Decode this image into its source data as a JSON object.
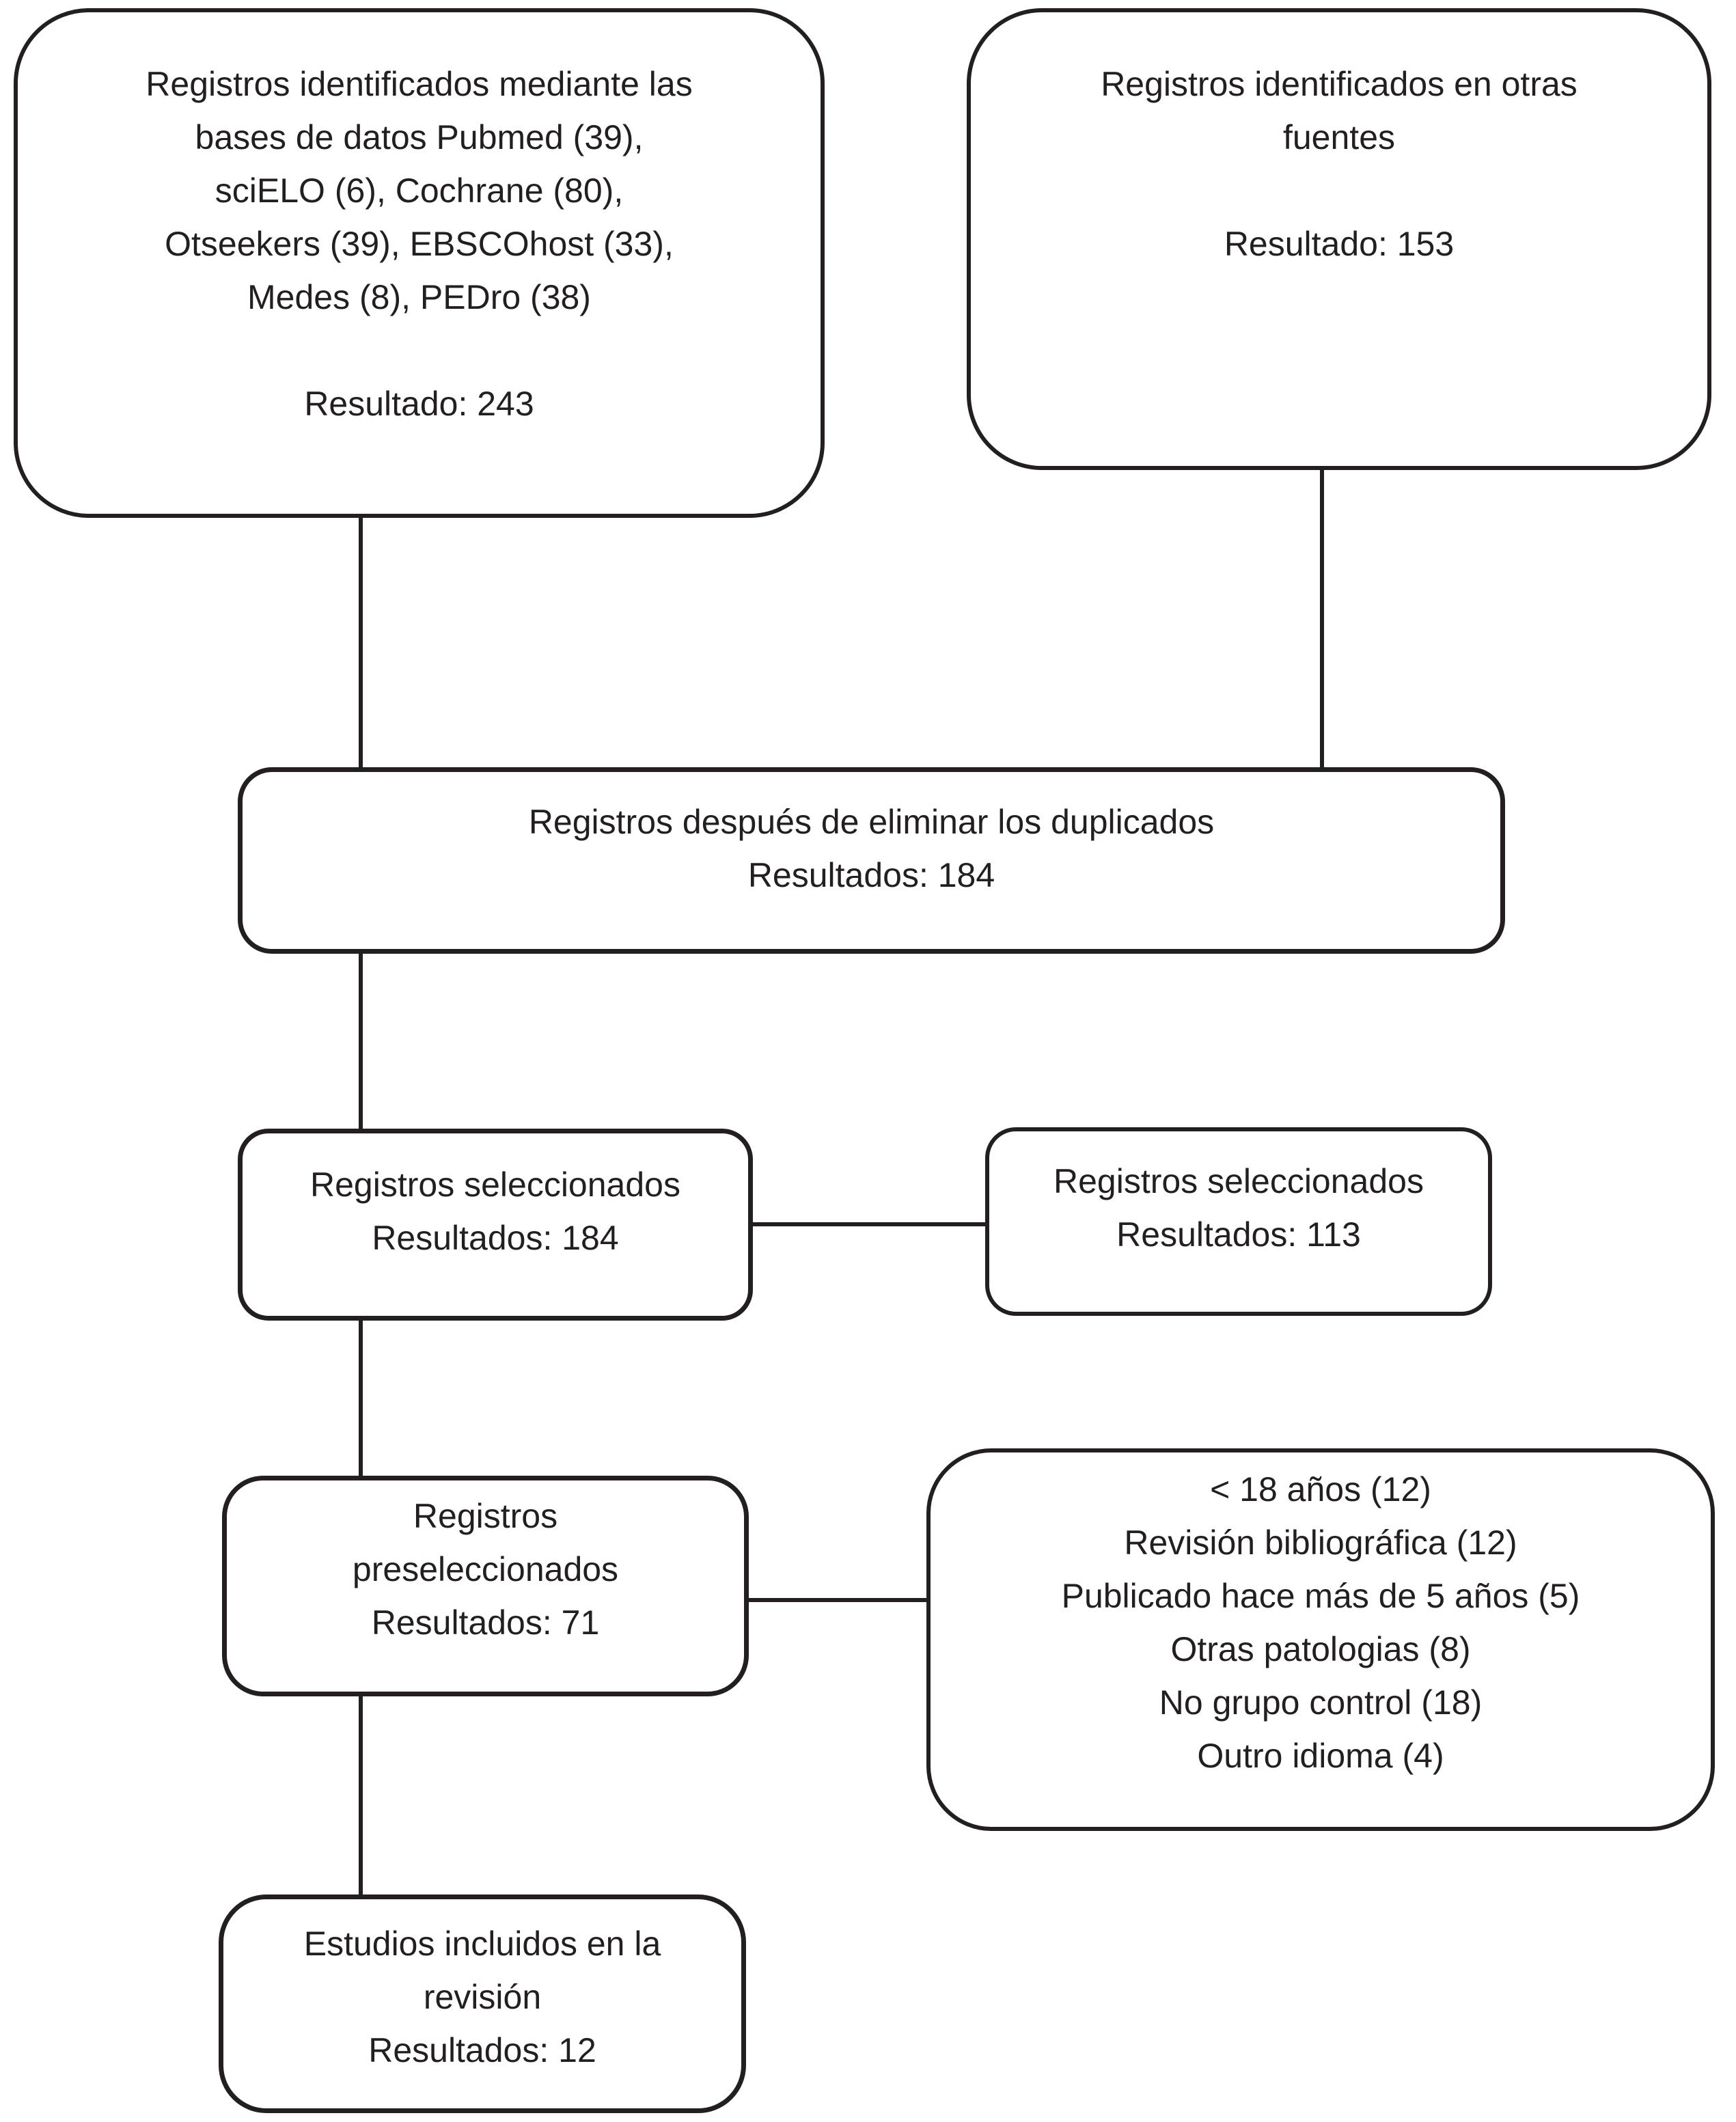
{
  "figure": {
    "type": "prisma-flow-diagram",
    "background": "#ffffff",
    "ink": "#231f20"
  },
  "boxes": {
    "identificados_bases": {
      "lines": [
        "Registros identificados mediante las",
        "bases de datos Pubmed (39),",
        "sciELO (6), Cochrane (80),",
        "Otseekers (39), EBSCOhost (33),",
        "Medes (8), PEDro (38)",
        "",
        "Resultado: 243"
      ]
    },
    "identificados_otras": {
      "lines": [
        "Registros identificados en otras",
        "fuentes",
        "",
        "Resultado: 153"
      ]
    },
    "sin_duplicados": {
      "lines": [
        "Registros después de eliminar los duplicados",
        "Resultados: 184"
      ]
    },
    "seleccionados_izq": {
      "lines": [
        "Registros seleccionados",
        "Resultados: 184"
      ]
    },
    "seleccionados_der": {
      "lines": [
        "Registros seleccionados",
        "Resultados: 113"
      ]
    },
    "preseleccionados": {
      "lines": [
        "Registros",
        "preseleccionados",
        "Resultados: 71"
      ]
    },
    "motivos_exclusion": {
      "lines": [
        "< 18 años (12)",
        "Revisión bibliográfica (12)",
        "Publicado hace más de 5 años (5)",
        "Otras patologias (8)",
        "No grupo control (18)",
        "Outro idioma (4)"
      ]
    },
    "incluidos": {
      "lines": [
        "Estudios incluidos en la",
        "revisión",
        "Resultados: 12"
      ]
    }
  }
}
